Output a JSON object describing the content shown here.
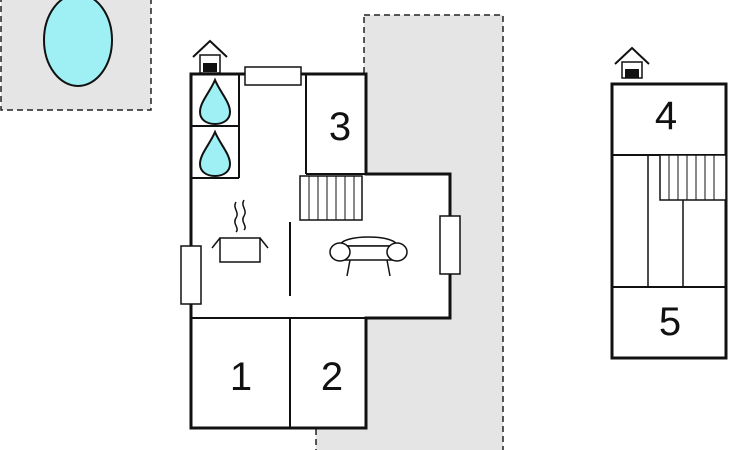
{
  "floor_plan": {
    "rooms": [
      {
        "id": "room-1",
        "label": "1"
      },
      {
        "id": "room-2",
        "label": "2"
      },
      {
        "id": "room-3",
        "label": "3"
      },
      {
        "id": "room-4",
        "label": "4"
      },
      {
        "id": "room-5",
        "label": "5"
      }
    ],
    "icons": [
      "pool-icon",
      "house-entrance-icon",
      "water-drop-icon",
      "cooking-pot-icon",
      "sofa-icon",
      "stairs-icon"
    ],
    "colors": {
      "wall": "#111111",
      "outdoor_area": "#e5e5e5",
      "pool": "#9ef0f5",
      "water_drop": "#9ef0f5",
      "dashed_border": "#222222"
    }
  }
}
